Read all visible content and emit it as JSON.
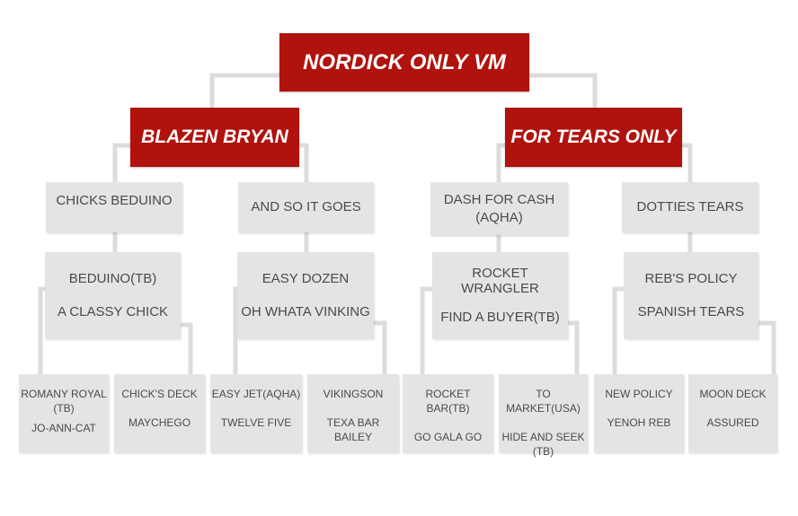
{
  "sire": "NORDICK ONLY VM",
  "gen2": {
    "sire": "BLAZEN BRYAN",
    "dam": "FOR TEARS ONLY"
  },
  "gen3": [
    {
      "lines": [
        "CHICKS BEDUINO"
      ]
    },
    {
      "lines": [
        "AND SO IT GOES"
      ]
    },
    {
      "lines": [
        "DASH FOR CASH",
        "(AQHA)"
      ]
    },
    {
      "lines": [
        "DOTTIES TEARS"
      ]
    }
  ],
  "gen4": [
    {
      "sire": "BEDUINO(TB)",
      "dam": "A CLASSY CHICK"
    },
    {
      "sire": "EASY DOZEN",
      "dam": "OH WHATA VINKING"
    },
    {
      "sire": "ROCKET WRANGLER",
      "dam": "FIND A BUYER(TB)"
    },
    {
      "sire": "REB'S POLICY",
      "dam": "SPANISH TEARS"
    }
  ],
  "gen5": [
    {
      "sire": [
        "ROMANY ROYAL",
        "(TB)"
      ],
      "dam": [
        "JO-ANN-CAT"
      ]
    },
    {
      "sire": [
        "CHICK'S DECK"
      ],
      "dam": [
        "MAYCHEGO"
      ]
    },
    {
      "sire": [
        "EASY JET(AQHA)"
      ],
      "dam": [
        "TWELVE FIVE"
      ]
    },
    {
      "sire": [
        "VIKINGSON"
      ],
      "dam": [
        "TEXA BAR BAILEY"
      ]
    },
    {
      "sire": [
        "ROCKET BAR(TB)"
      ],
      "dam": [
        "GO GALA GO"
      ]
    },
    {
      "sire": [
        "TO MARKET(USA)"
      ],
      "dam": [
        "HIDE AND SEEK",
        "(TB)"
      ]
    },
    {
      "sire": [
        "NEW POLICY"
      ],
      "dam": [
        "YENOH REB"
      ]
    },
    {
      "sire": [
        "MOON DECK"
      ],
      "dam": [
        "ASSURED"
      ]
    }
  ],
  "colors": {
    "accent": "#b0120d",
    "box": "#e4e4e4",
    "line": "#dedede",
    "text": "#4a4a4a"
  }
}
